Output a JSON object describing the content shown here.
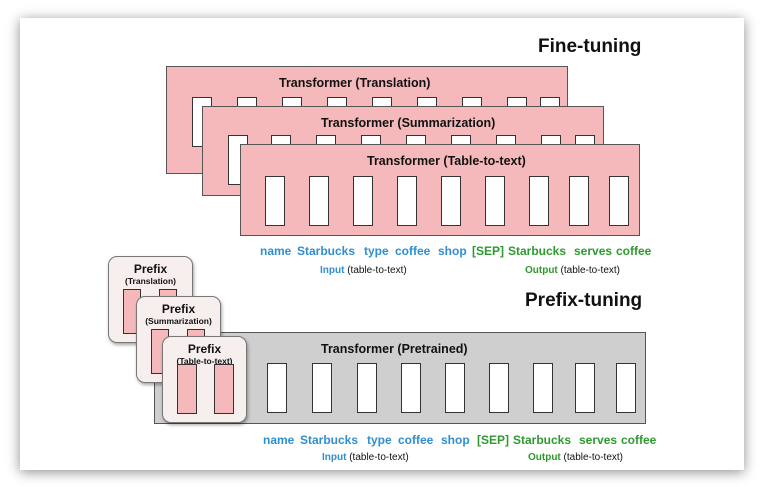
{
  "fine_tuning": {
    "title": "Fine-tuning",
    "models": [
      {
        "label": "Transformer (Translation)"
      },
      {
        "label": "Transformer (Summarization)"
      },
      {
        "label": "Transformer (Table-to-text)"
      }
    ],
    "tokens_input": [
      "name",
      "Starbucks",
      "type",
      "coffee",
      "shop"
    ],
    "tokens_output": [
      "[SEP]",
      "Starbucks",
      "serves",
      "coffee"
    ],
    "caption_input_keyword": "Input",
    "caption_input_rest": " (table-to-text)",
    "caption_output_keyword": "Output",
    "caption_output_rest": " (table-to-text)"
  },
  "prefix_tuning": {
    "title": "Prefix-tuning",
    "model_label": "Transformer  (Pretrained)",
    "prefixes": [
      {
        "name": "Prefix",
        "task": "(Translation)"
      },
      {
        "name": "Prefix",
        "task": "(Summarization)"
      },
      {
        "name": "Prefix",
        "task": "(Table-to-text)"
      }
    ],
    "tokens_input": [
      "name",
      "Starbucks",
      "type",
      "coffee",
      "shop"
    ],
    "tokens_output": [
      "[SEP]",
      "Starbucks",
      "serves",
      "coffee"
    ],
    "caption_input_keyword": "Input",
    "caption_input_rest": " (table-to-text)",
    "caption_output_keyword": "Output",
    "caption_output_rest": " (table-to-text)"
  },
  "colors": {
    "input_token": "#2f8fd0",
    "output_token": "#2e9a2e",
    "finetune_block": "#f6b9bb",
    "pretrained_block": "#cfcfcf"
  }
}
